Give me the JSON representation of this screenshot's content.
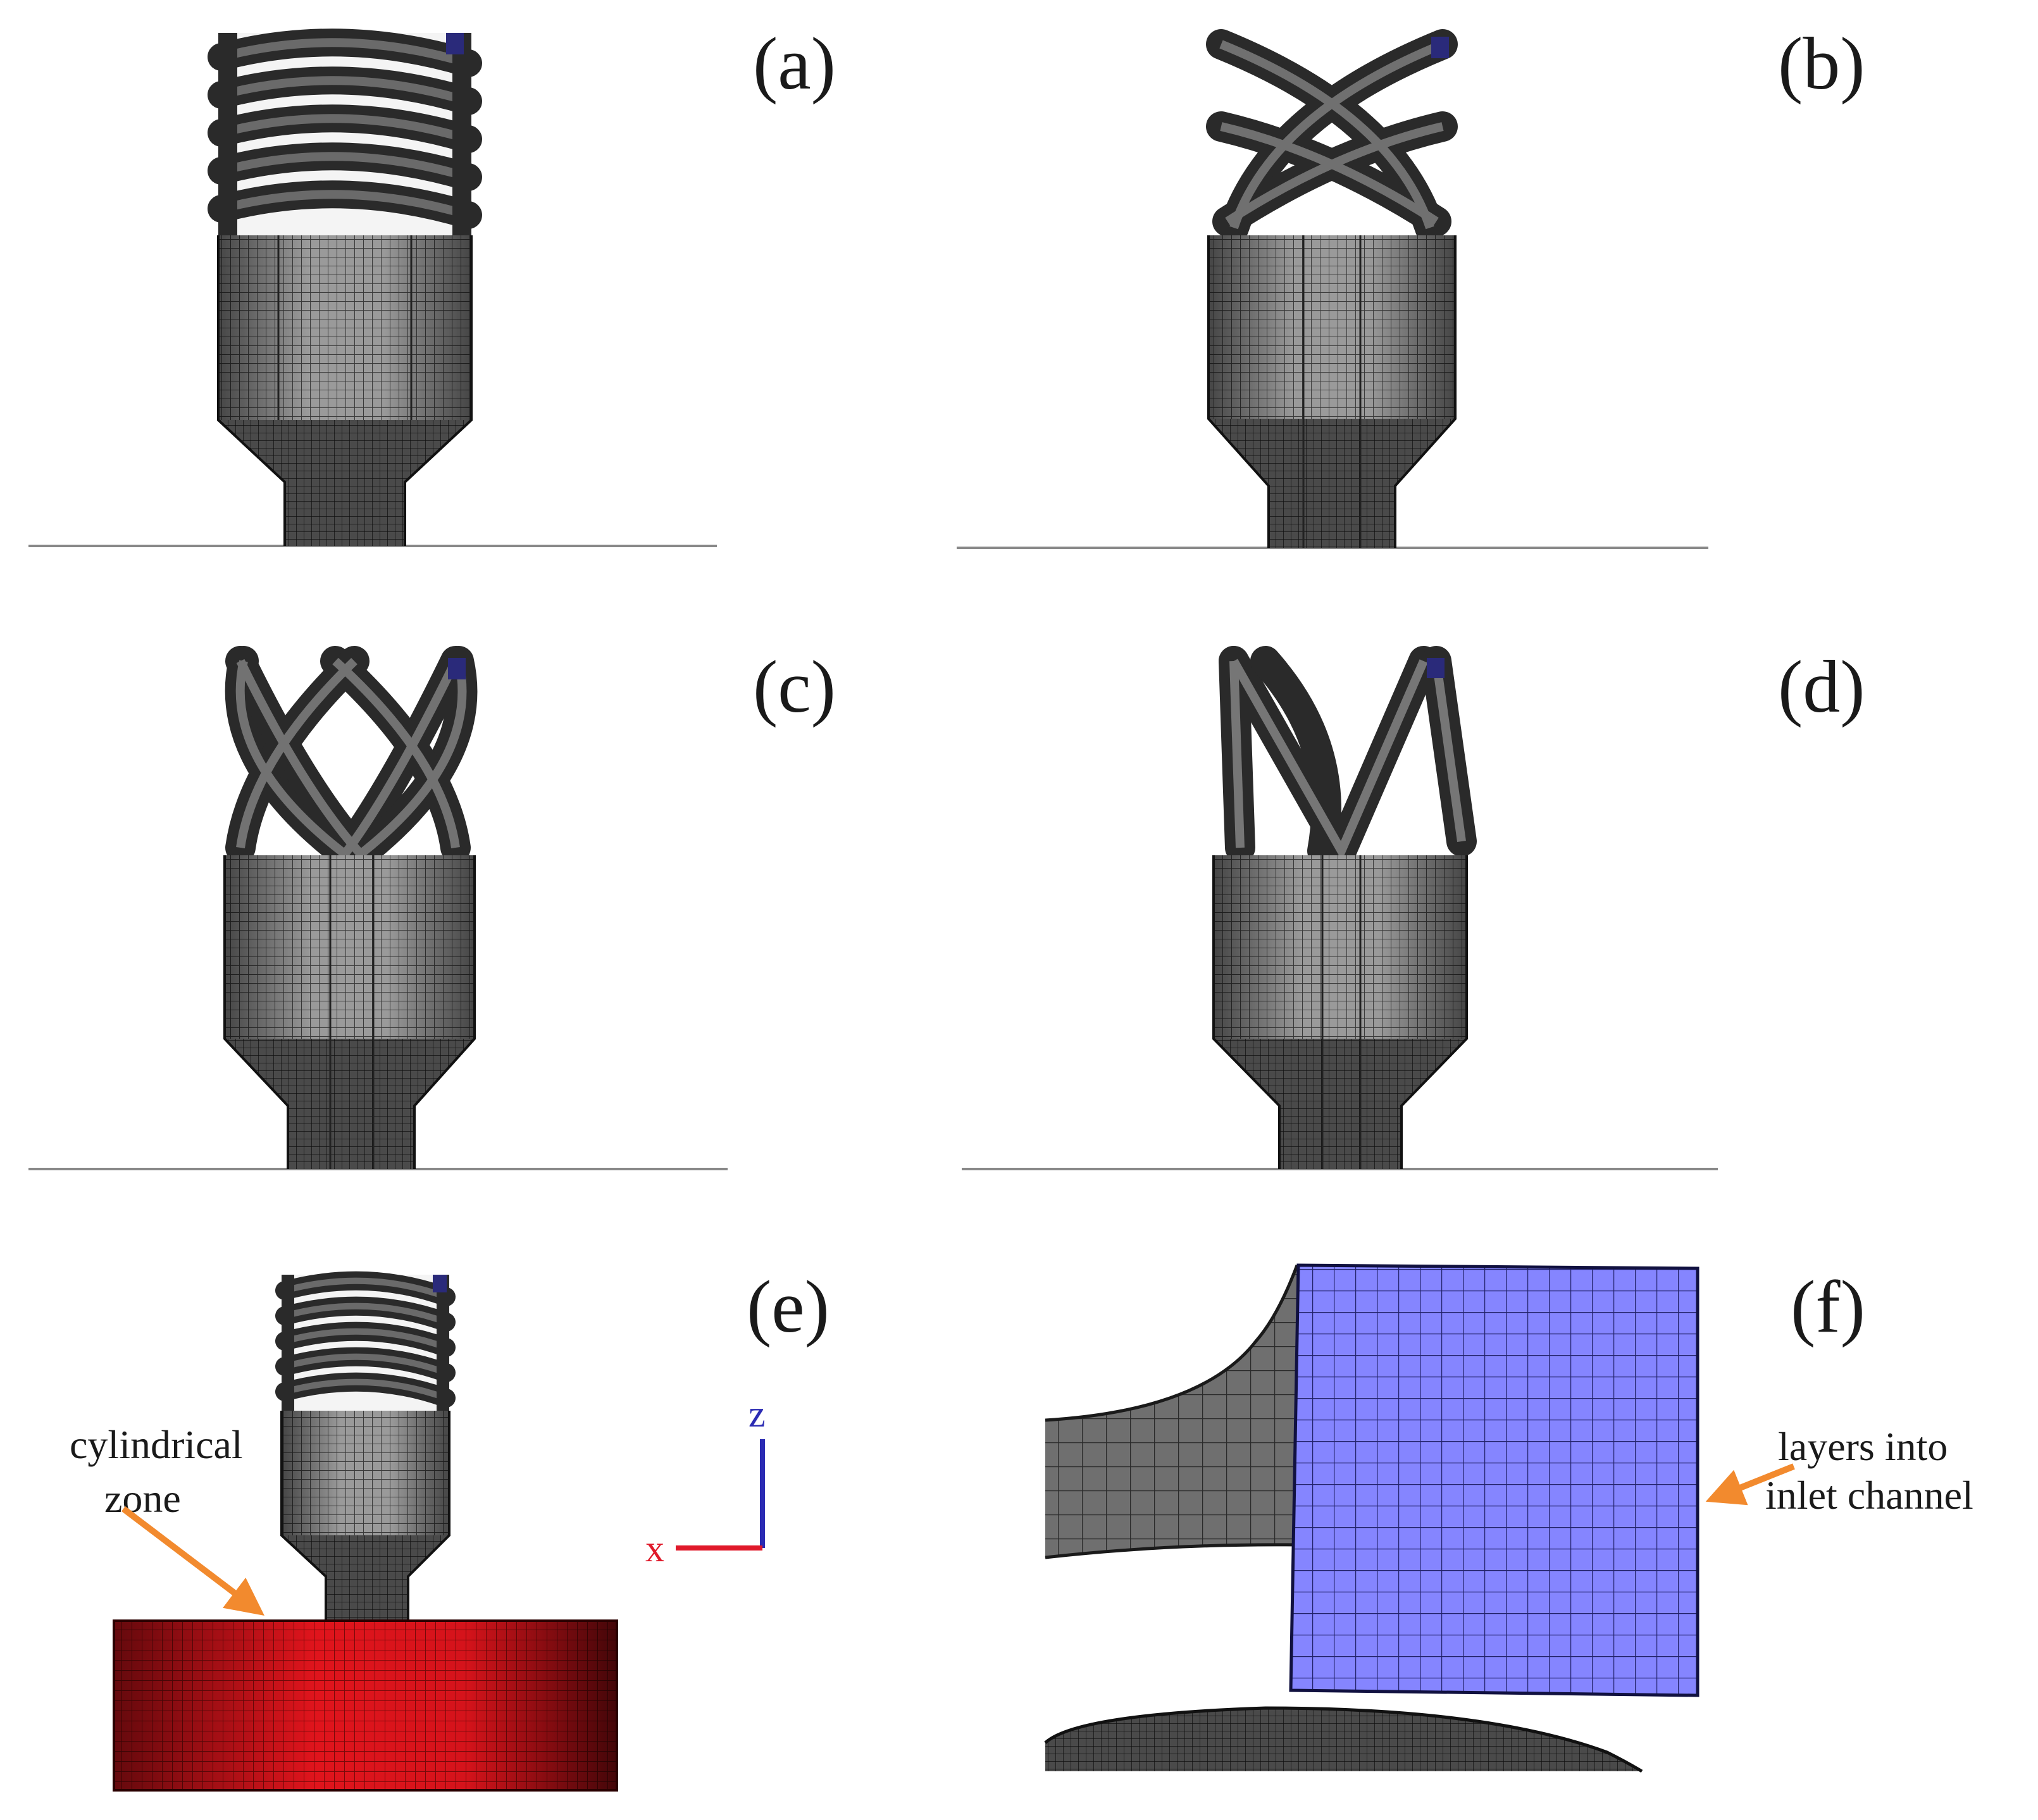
{
  "panels": [
    {
      "label": "(a)",
      "variant": "helix-tight"
    },
    {
      "label": "(b)",
      "variant": "helix-medium"
    },
    {
      "label": "(c)",
      "variant": "helix-loose"
    },
    {
      "label": "(d)",
      "variant": "helix-vshape"
    },
    {
      "label": "(e)",
      "variant": "with-cylindrical-zone"
    },
    {
      "label": "(f)",
      "variant": "inlet-closeup"
    }
  ],
  "annotations": {
    "cylindrical_zone_line1": "cylindrical",
    "cylindrical_zone_line2": "zone",
    "inlet_line1": "layers into",
    "inlet_line2": "inlet channel"
  },
  "axes": {
    "z_label": "z",
    "x_label": "x",
    "z_color": "#2b2bb3",
    "x_color": "#e0192a"
  },
  "colors": {
    "mesh_dark": "#2a2a2a",
    "mesh_body": "#8a8a8a",
    "zone_red": "#d8121b",
    "inlet_blue": "#8080ff",
    "arrow_orange": "#f28a2e",
    "inlet_marker": "#2a2a7a"
  }
}
